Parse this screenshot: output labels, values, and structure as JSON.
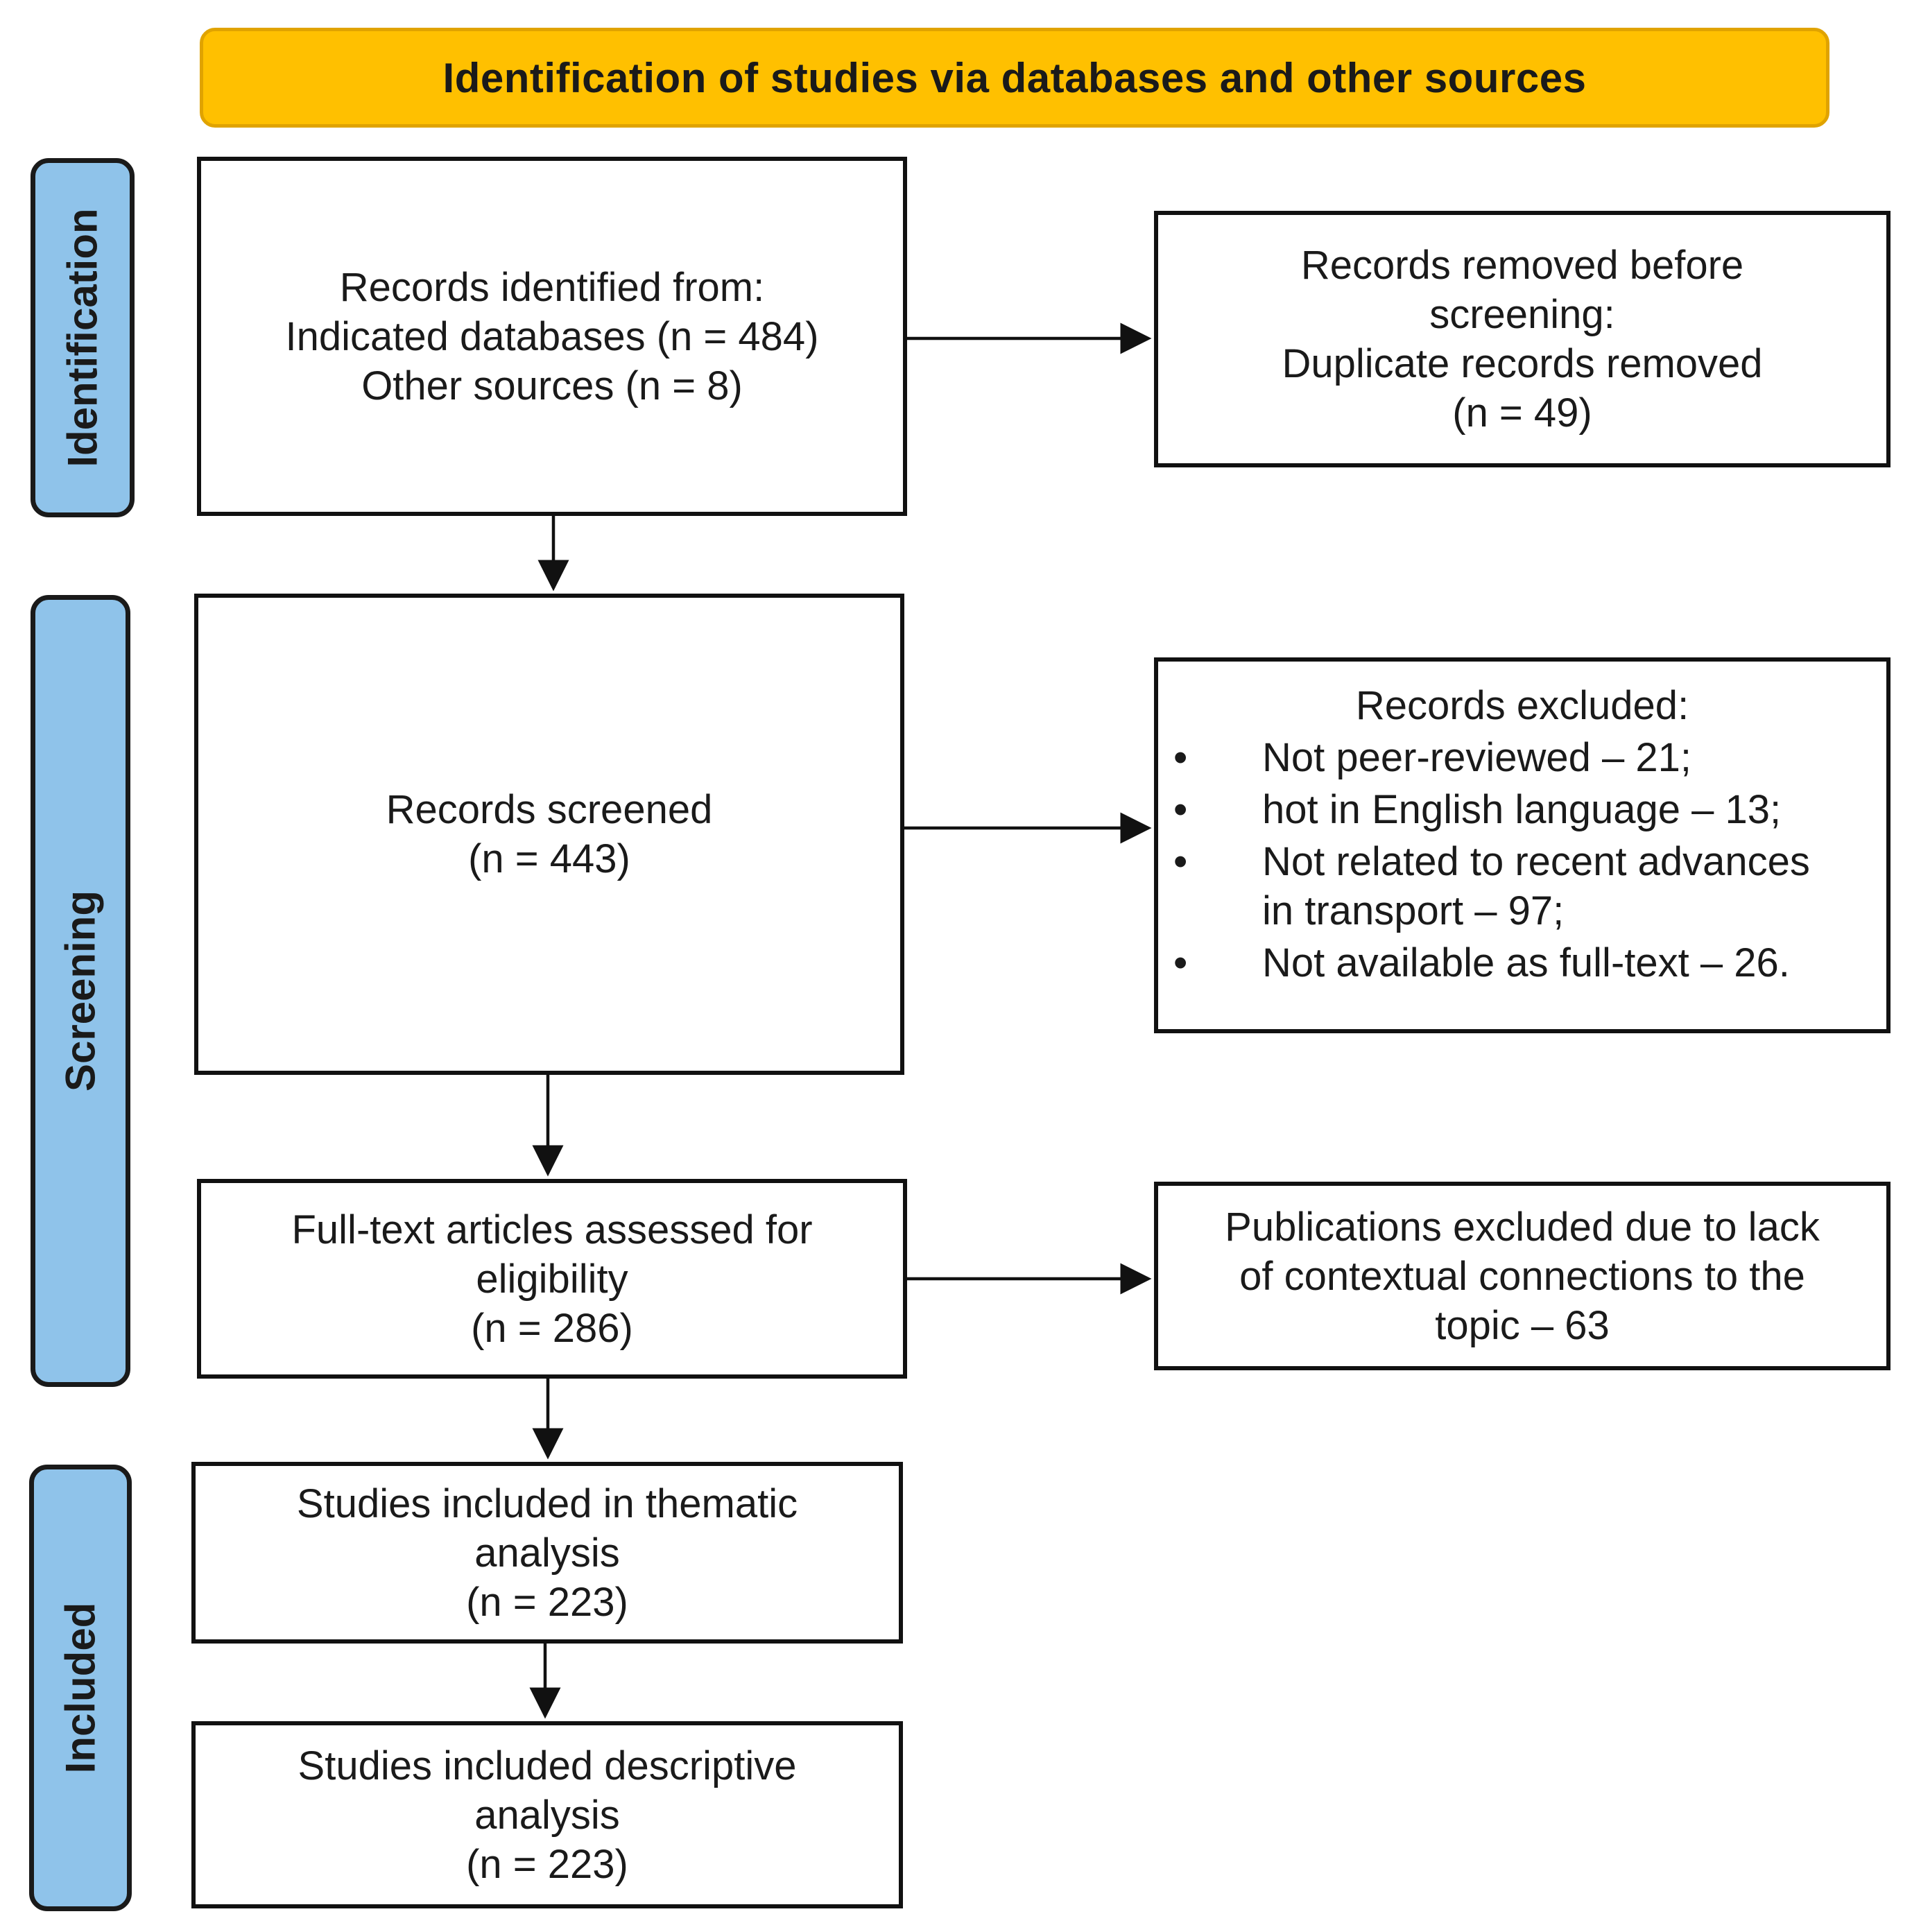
{
  "header": {
    "title": "Identification of studies via databases and other sources"
  },
  "phases": {
    "identification": "Identification",
    "screening": "Screening",
    "included": "Included"
  },
  "boxes": {
    "records_identified": {
      "lines": [
        "Records identified from:",
        "Indicated databases (n = 484)",
        "Other sources (n = 8)"
      ]
    },
    "records_removed": {
      "lines": [
        "Records removed before",
        "screening:",
        "Duplicate records removed",
        "(n = 49)"
      ]
    },
    "records_screened": {
      "lines": [
        "Records screened",
        "(n = 443)"
      ]
    },
    "records_excluded": {
      "heading": "Records excluded:",
      "bullet": "•",
      "items": [
        [
          "Not peer-reviewed – 21;"
        ],
        [
          "hot in English language – 13;"
        ],
        [
          "Not related to recent advances",
          "in transport – 97;"
        ],
        [
          "Not available as full-text – 26."
        ]
      ]
    },
    "full_text_assessed": {
      "lines": [
        "Full-text articles assessed for",
        "eligibility",
        "(n = 286)"
      ]
    },
    "publications_excluded": {
      "lines": [
        "Publications excluded due to lack",
        "of contextual connections to the",
        "topic – 63"
      ]
    },
    "thematic_analysis": {
      "lines": [
        "Studies included in thematic",
        "analysis",
        "(n = 223)"
      ]
    },
    "descriptive_analysis": {
      "lines": [
        "Studies included descriptive",
        "analysis",
        "(n = 223)"
      ]
    }
  },
  "colors": {
    "header_fill": "#ffc000",
    "phase_fill": "#8fc3ea",
    "border": "#111111"
  }
}
